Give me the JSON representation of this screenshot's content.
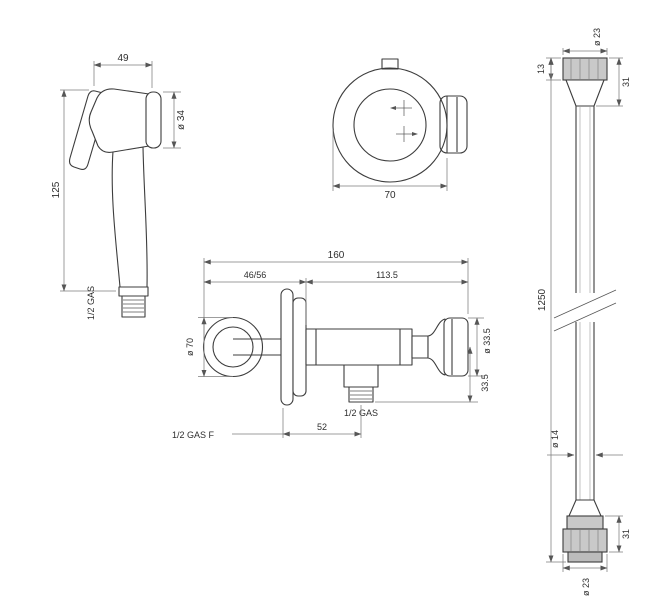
{
  "drawing": {
    "background": "#ffffff",
    "outline_color": "#3d3d3d",
    "dimension_color": "#7d7d7d",
    "metal_fill": "#c9c9c9"
  },
  "sprayer": {
    "dims": {
      "top_width": "49",
      "head_diameter": "ø 34",
      "height": "125",
      "thread": "1/2 GAS"
    }
  },
  "holder": {
    "dims": {
      "width": "70"
    }
  },
  "hose": {
    "dims": {
      "top_diameter": "ø 23",
      "top_nut_height": "13",
      "top_fitting_height": "31",
      "length": "1250",
      "tube_diameter": "ø 14",
      "bottom_fitting_height": "31",
      "bottom_diameter": "ø 23"
    }
  },
  "valve": {
    "dims": {
      "total_length": "160",
      "wall_range": "46/56",
      "body_length": "113.5",
      "flange_diameter": "ø 70",
      "head_diameter": "ø 33.5",
      "outlet_drop": "33.5",
      "outlet_thread": "1/2 GAS",
      "inlet_thread": "1/2 GAS F",
      "outlet_offset": "52"
    }
  }
}
